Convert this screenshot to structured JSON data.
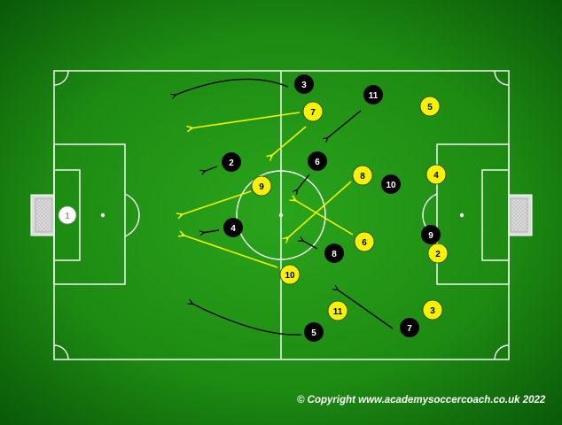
{
  "colors": {
    "pitch_light": "#2aa41c",
    "pitch_dark": "#0a5a08",
    "line": "#ffffff",
    "team_black": "#000000",
    "team_yellow": "#f6f200",
    "goalkeeper": "#ffffff",
    "arrow_black": "#000000",
    "arrow_yellow": "#f6f200"
  },
  "goalkeeper": {
    "number": "1"
  },
  "black_team": [
    {
      "id": "b2",
      "number": "2"
    },
    {
      "id": "b3",
      "number": "3"
    },
    {
      "id": "b4",
      "number": "4"
    },
    {
      "id": "b5",
      "number": "5"
    },
    {
      "id": "b6",
      "number": "6"
    },
    {
      "id": "b7",
      "number": "7"
    },
    {
      "id": "b8",
      "number": "8"
    },
    {
      "id": "b9",
      "number": "9"
    },
    {
      "id": "b10",
      "number": "10"
    },
    {
      "id": "b11",
      "number": "11"
    }
  ],
  "yellow_team": [
    {
      "id": "y2",
      "number": "2"
    },
    {
      "id": "y3",
      "number": "3"
    },
    {
      "id": "y4",
      "number": "4"
    },
    {
      "id": "y5",
      "number": "5"
    },
    {
      "id": "y6",
      "number": "6"
    },
    {
      "id": "y7",
      "number": "7"
    },
    {
      "id": "y8",
      "number": "8"
    },
    {
      "id": "y9",
      "number": "9"
    },
    {
      "id": "y10",
      "number": "10"
    },
    {
      "id": "y11",
      "number": "11"
    }
  ],
  "copyright": "© Copyright www.academysoccercoach.co.uk 2022"
}
